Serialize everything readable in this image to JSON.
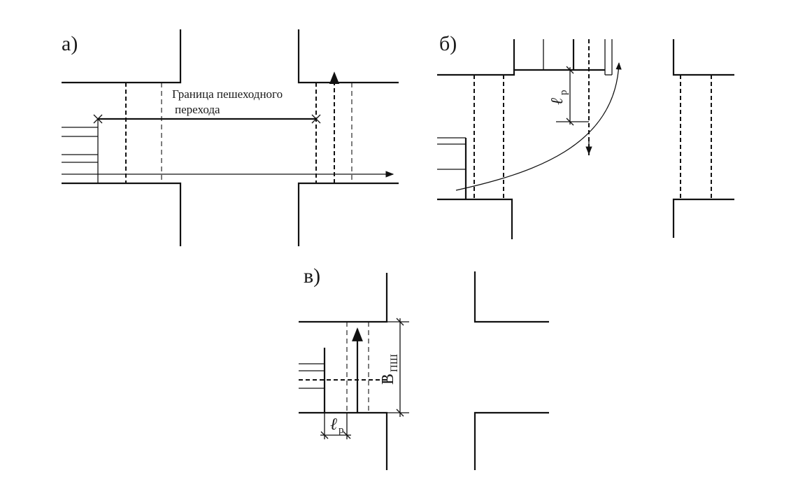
{
  "panels": {
    "a": {
      "letter": "а)",
      "caption_line1": "Граница пешеходного",
      "caption_line2": "перехода"
    },
    "b": {
      "letter": "б)",
      "dim_symbol": "ℓ",
      "dim_sub": "р"
    },
    "v": {
      "letter": "в)",
      "dim_l_symbol": "ℓ",
      "dim_l_sub": "р",
      "dim_b_symbol": "В",
      "dim_b_sub": "ПШ"
    }
  }
}
